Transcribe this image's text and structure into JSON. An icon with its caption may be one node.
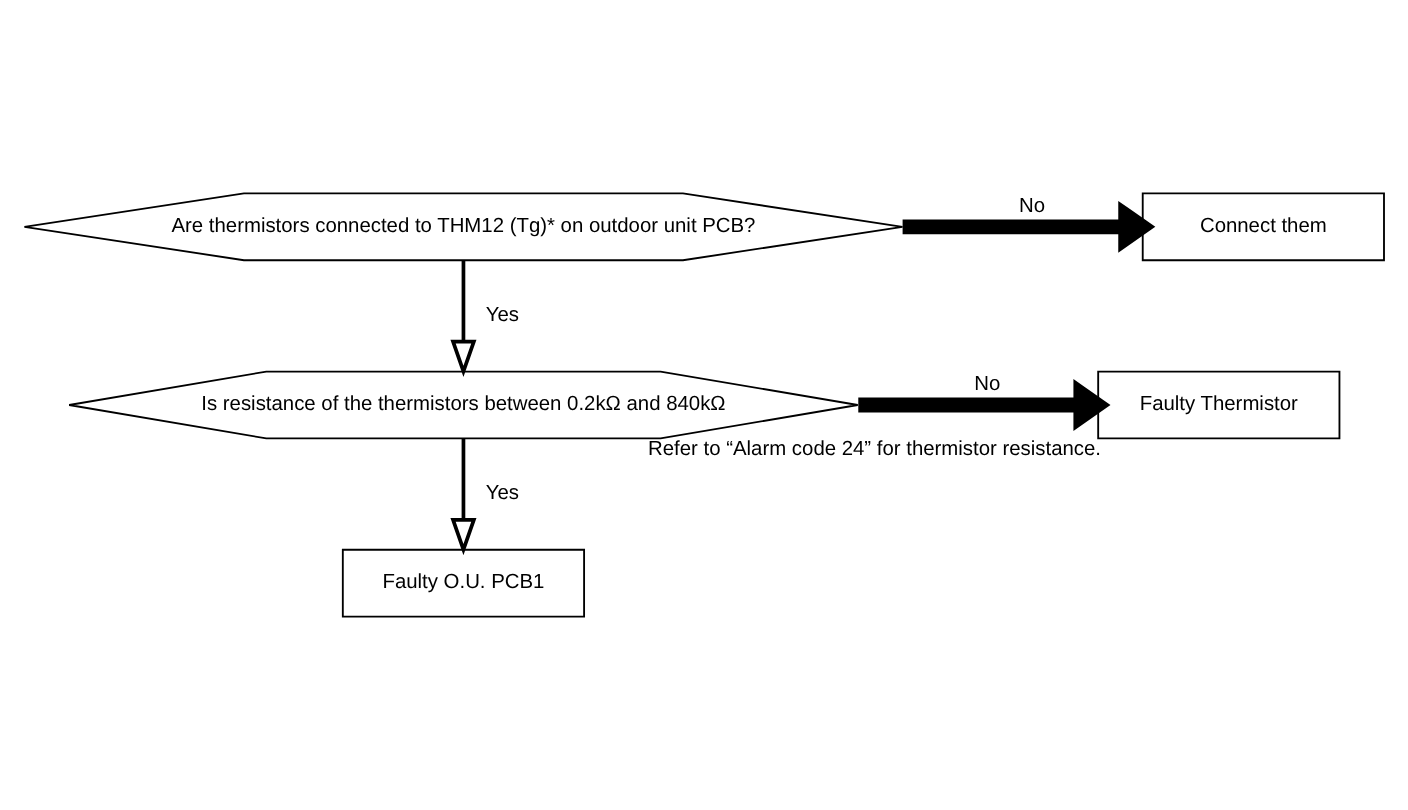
{
  "diagram": {
    "nodes": [
      {
        "text": [
          "Are thermistors connected to THM12 (Tg)* on outdoor unit PCB?"
        ]
      },
      {
        "text": [
          "Connect them"
        ]
      },
      {
        "text": [
          "Is resistance of the thermistors between 0.2kΩ and 840kΩ"
        ]
      },
      {
        "text": [
          "Faulty Thermistor"
        ],
        "beside": [
          "Refer to “Alarm code 24” for thermistor resistance."
        ]
      },
      {
        "text": [
          "Faulty O.U. PCB1"
        ]
      }
    ],
    "edges": [
      {
        "from": 0,
        "to": 1,
        "arrow": "to",
        "label": "No",
        "style": "thick"
      },
      {
        "from": 0,
        "to": 2,
        "arrow": "to",
        "label": "Yes"
      },
      {
        "from": 2,
        "to": 3,
        "arrow": "to",
        "label": "No",
        "style": "thick"
      },
      {
        "from": 2,
        "to": 4,
        "arrow": "to",
        "label": "Yes"
      }
    ]
  }
}
